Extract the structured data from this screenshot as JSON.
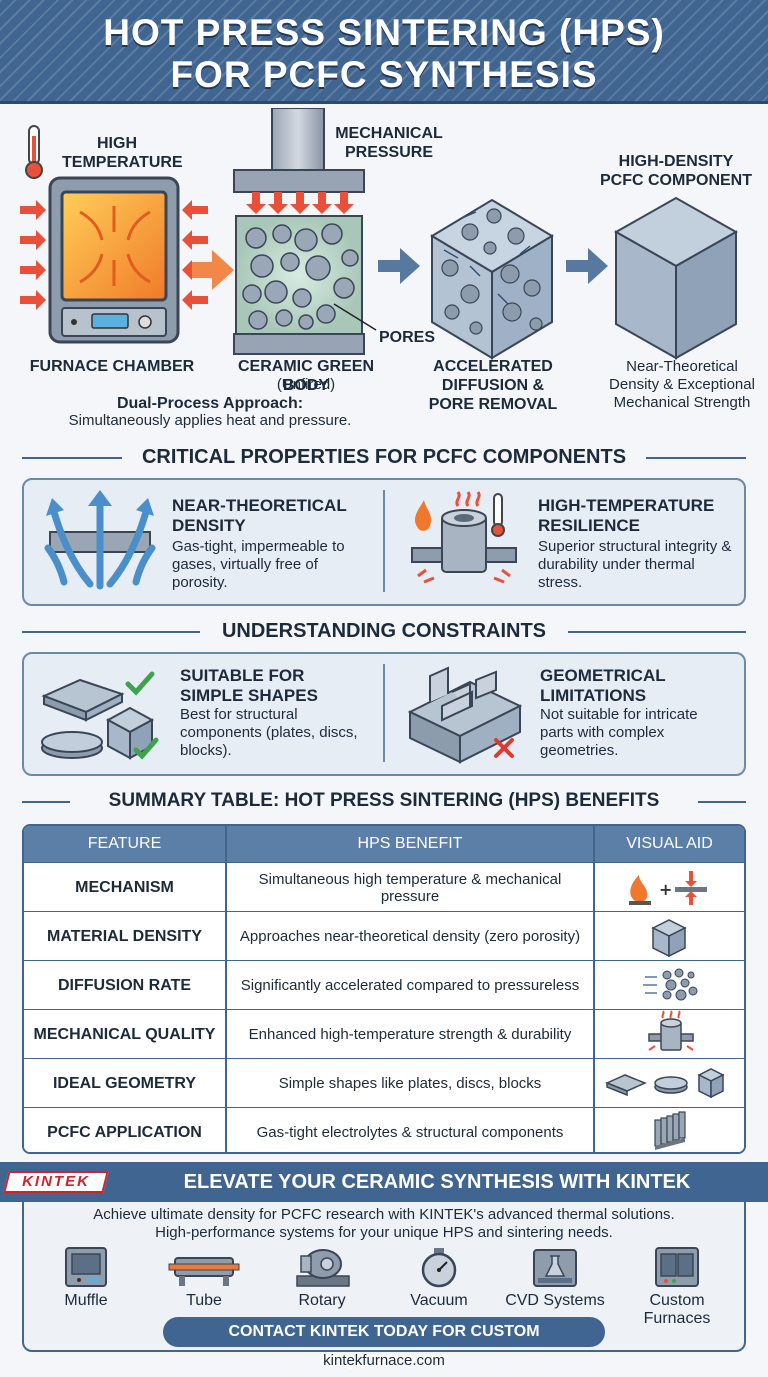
{
  "header": {
    "title_line1": "HOT PRESS SINTERING (HPS)",
    "title_line2": "FOR PCFC SYNTHESIS"
  },
  "process": {
    "high_temp_label": "HIGH TEMPERATURE",
    "pressure_label": "MECHANICAL PRESSURE",
    "output_label": "HIGH-DENSITY PCFC COMPONENT",
    "pores_label": "PORES",
    "furnace_label": "FURNACE CHAMBER",
    "green_body_label": "CERAMIC GREEN BODY",
    "green_body_sub": "(Unfired)",
    "diffusion_label": "ACCELERATED DIFFUSION & PORE REMOVAL",
    "result_text": "Near-Theoretical Density & Exceptional Mechanical Strength",
    "dual_title": "Dual-Process Approach:",
    "dual_text": "Simultaneously applies heat and pressure."
  },
  "properties": {
    "title": "CRITICAL PROPERTIES FOR PCFC COMPONENTS",
    "items": [
      {
        "title": "NEAR-THEORETICAL DENSITY",
        "text": "Gas-tight, impermeable to gases, virtually free of porosity."
      },
      {
        "title": "HIGH-TEMPERATURE RESILIENCE",
        "text": "Superior structural integrity & durability under thermal stress."
      }
    ]
  },
  "constraints": {
    "title": "UNDERSTANDING CONSTRAINTS",
    "items": [
      {
        "title": "SUITABLE FOR SIMPLE SHAPES",
        "text": "Best for structural components (plates, discs, blocks)."
      },
      {
        "title": "GEOMETRICAL LIMITATIONS",
        "text": "Not suitable for intricate parts with complex geometries."
      }
    ]
  },
  "summary": {
    "title": "SUMMARY TABLE: HOT PRESS SINTERING (HPS) BENEFITS",
    "headers": [
      "FEATURE",
      "HPS BENEFIT",
      "VISUAL AID"
    ],
    "rows": [
      {
        "feature": "MECHANISM",
        "benefit": "Simultaneous high temperature & mechanical pressure",
        "icon": "flame-plus-press-icon"
      },
      {
        "feature": "MATERIAL DENSITY",
        "benefit": "Approaches near-theoretical density (zero porosity)",
        "icon": "cube-icon"
      },
      {
        "feature": "DIFFUSION RATE",
        "benefit": "Significantly accelerated compared to pressureless",
        "icon": "diffusion-particles-icon"
      },
      {
        "feature": "MECHANICAL QUALITY",
        "benefit": "Enhanced high-temperature strength & durability",
        "icon": "heated-part-icon"
      },
      {
        "feature": "IDEAL GEOMETRY",
        "benefit": "Simple shapes like plates, discs, blocks",
        "icon": "simple-shapes-icon"
      },
      {
        "feature": "PCFC APPLICATION",
        "benefit": "Gas-tight electrolytes & structural components",
        "icon": "fuel-cell-stack-icon"
      }
    ]
  },
  "cta": {
    "logo": "KINTEK",
    "title": "ELEVATE YOUR CERAMIC SYNTHESIS WITH KINTEK",
    "line1": "Achieve ultimate density for PCFC research with KINTEK's advanced thermal solutions.",
    "line2": "High-performance systems for your unique HPS and sintering needs.",
    "products": [
      "Muffle",
      "Tube",
      "Rotary",
      "Vacuum",
      "CVD Systems",
      "Custom Furnaces"
    ],
    "button": "CONTACT KINTEK TODAY FOR CUSTOM REQUIREMENTS",
    "website": "kintekfurnace.com"
  },
  "colors": {
    "primary": "#3f6590",
    "panel": "#e7edf4",
    "heat": "#e8503a",
    "check": "#3fa34d"
  }
}
